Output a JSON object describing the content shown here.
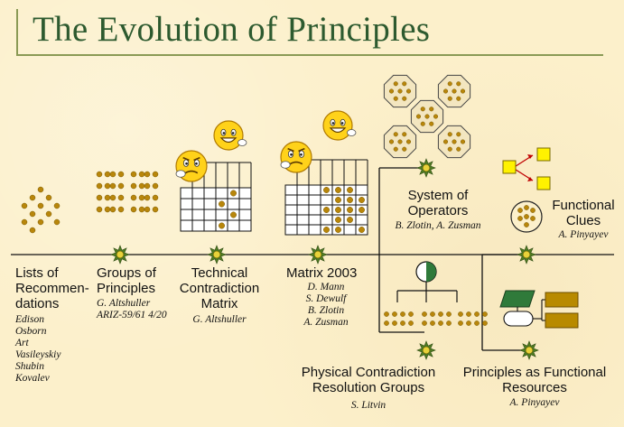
{
  "slide": {
    "title": "The Evolution of Principles"
  },
  "stages": {
    "lists": {
      "title_lines": [
        "Lists of",
        "Recommen-",
        "dations"
      ],
      "authors": [
        "Edison",
        "Osborn",
        "Art",
        "Vasileyskiy",
        "Shubin",
        "Kovalev"
      ]
    },
    "groups": {
      "title_lines": [
        "Groups of",
        "Principles"
      ],
      "authors": [
        "G. Altshuller",
        "ARIZ-59/61 4/20"
      ]
    },
    "technical_matrix": {
      "title_lines": [
        "Technical",
        "Contradiction",
        "Matrix"
      ],
      "authors": [
        "G. Altshuller"
      ]
    },
    "matrix_2003": {
      "title_lines": [
        "Matrix 2003"
      ],
      "authors": [
        "D. Mann",
        "S. Dewulf",
        "B. Zlotin",
        "A. Zusman"
      ]
    },
    "system_operators": {
      "title_lines": [
        "System of",
        "Operators"
      ],
      "authors": [
        "B. Zlotin, A. Zusman"
      ]
    },
    "functional_clues": {
      "title_lines": [
        "Functional",
        "Clues"
      ],
      "authors": [
        "A. Pinyayev"
      ]
    },
    "physical_groups": {
      "title_lines": [
        "Physical Contradiction",
        "Resolution Groups"
      ],
      "authors": [
        "S. Litvin"
      ]
    },
    "functional_resources": {
      "title_lines": [
        "Principles as Functional",
        "Resources"
      ],
      "authors": [
        "A. Pinyayev"
      ]
    }
  },
  "colors": {
    "title": "#2D5A2F",
    "dot": "#B8860B",
    "star": "#3F6B1F",
    "flow_yellow": "#FFF200",
    "flow_green": "#2F7A3A",
    "flow_brown": "#B88A00",
    "smiley": "#FFD21A"
  },
  "icons": [
    "dot-cluster",
    "grid-matrix",
    "smiley-icon",
    "star-node-icon",
    "operator-cluster",
    "flowchart-icon",
    "pie-circle-icon"
  ]
}
